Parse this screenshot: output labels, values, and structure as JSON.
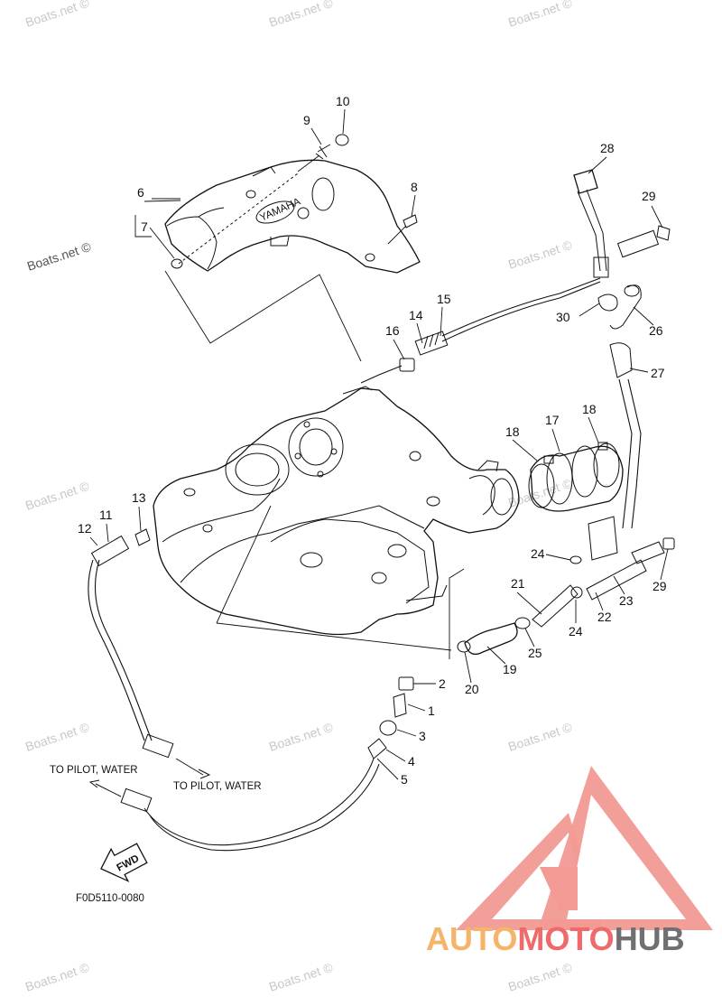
{
  "watermark_text": "Boats.net ©",
  "diagram_code": "F0D5110-0080",
  "annotations": {
    "pilot_water_left": "TO PILOT, WATER",
    "pilot_water_right": "TO PILOT, WATER",
    "fwd": "FWD",
    "yamaha_emblem": "YAMAHA"
  },
  "brand": {
    "part1": "AUTO",
    "part2": "MOTO",
    "part3": "HUB"
  },
  "callouts": [
    "1",
    "2",
    "3",
    "4",
    "5",
    "6",
    "7",
    "8",
    "9",
    "10",
    "11",
    "12",
    "13",
    "14",
    "15",
    "16",
    "17",
    "18",
    "18",
    "19",
    "20",
    "21",
    "22",
    "23",
    "24",
    "24",
    "25",
    "26",
    "27",
    "28",
    "29",
    "29",
    "30"
  ]
}
